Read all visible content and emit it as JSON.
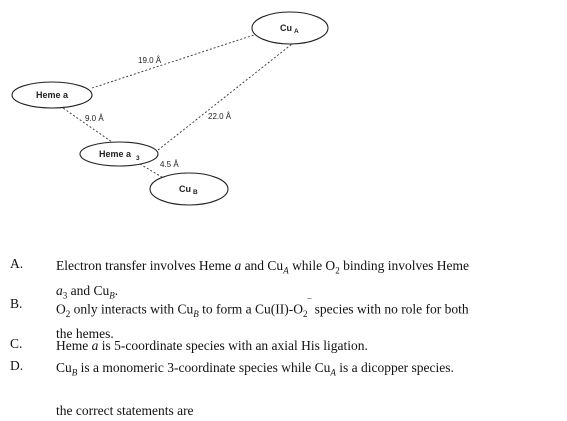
{
  "diagram": {
    "nodes": {
      "heme_a": {
        "text": "Heme a"
      },
      "heme_a3": {
        "text": "Heme a",
        "sub": "3"
      },
      "cu_a": {
        "text": "Cu",
        "sub": "A"
      },
      "cu_b": {
        "text": "Cu",
        "sub": "B"
      }
    },
    "distances": {
      "heme_a_to_cu_a": "19.0 Å",
      "heme_a_to_heme_a3": "9.0 Å",
      "heme_a3_to_cu_a": "22.0 Å",
      "heme_a3_to_cu_b": "4.5 Å"
    }
  },
  "options": {
    "A": {
      "letter": "A.",
      "line1a": "Electron transfer involves Heme ",
      "line1b_italic": "a",
      "line1c": " and Cu",
      "line1c_sub": "A",
      "line1d": " while O",
      "line1d_sub": "2",
      "line1e": " binding involves Heme",
      "line2a_italic": "a",
      "line2a_sub": "3",
      "line2b": " and Cu",
      "line2b_sub": "B",
      "line2c": "."
    },
    "B": {
      "letter": "B.",
      "line1a": "O",
      "line1a_sub": "2",
      "line1b": " only interacts with Cu",
      "line1b_sub": "B",
      "line1c": " to form a Cu(II)-O",
      "line1c_sub": "2",
      "line1c_sup": "‾",
      "line1d": " species with no role for both",
      "line2": "the hemes."
    },
    "C": {
      "letter": "C.",
      "part1": "Heme ",
      "italic": "a",
      "part2": " is 5-coordinate species with an axial His ligation."
    },
    "D": {
      "letter": "D.",
      "part1": "Cu",
      "part1_sub": "B",
      "part2": " is a monomeric 3-coordinate species while Cu",
      "part2_sub": "A",
      "part3": " is a dicopper species."
    }
  },
  "footer": "the correct statements are"
}
